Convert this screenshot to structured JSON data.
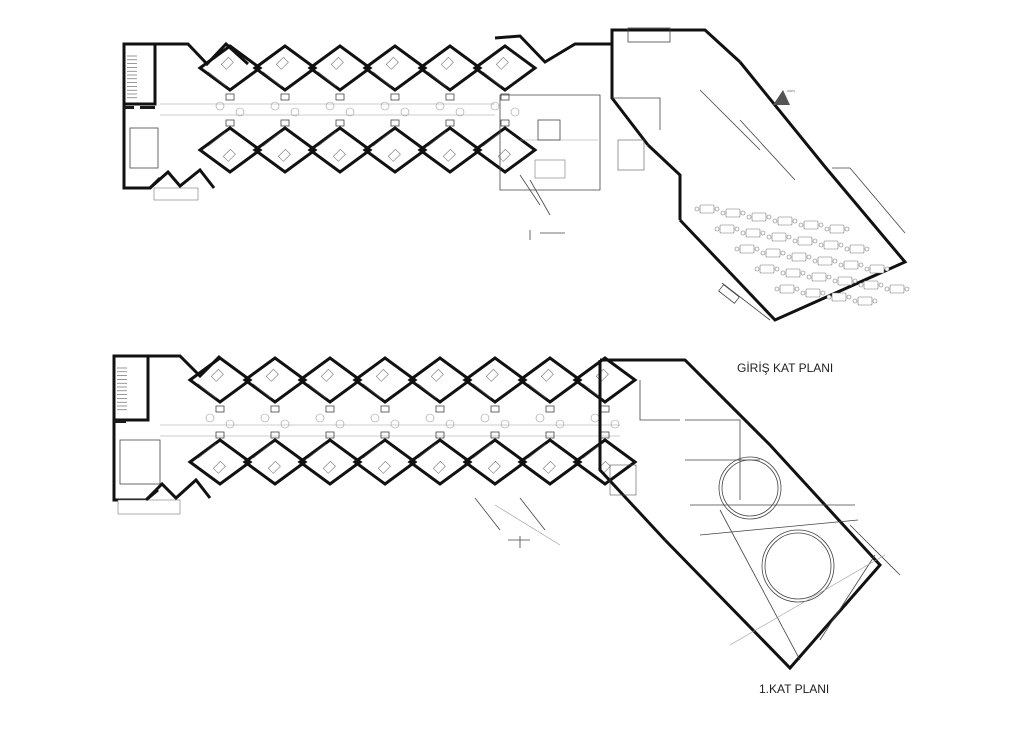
{
  "titles": {
    "ground_floor": "GİRİŞ KAT PLANI",
    "first_floor": "1.KAT PLANI"
  },
  "colors": {
    "background": "#ffffff",
    "wall": "#111111",
    "line": "#444444",
    "entrance_arrow": "#555555"
  },
  "ground_floor": {
    "unit_pairs": 6,
    "has_entrance_arrow": true
  },
  "first_floor": {
    "unit_pairs": 8,
    "has_court_circles": true
  }
}
